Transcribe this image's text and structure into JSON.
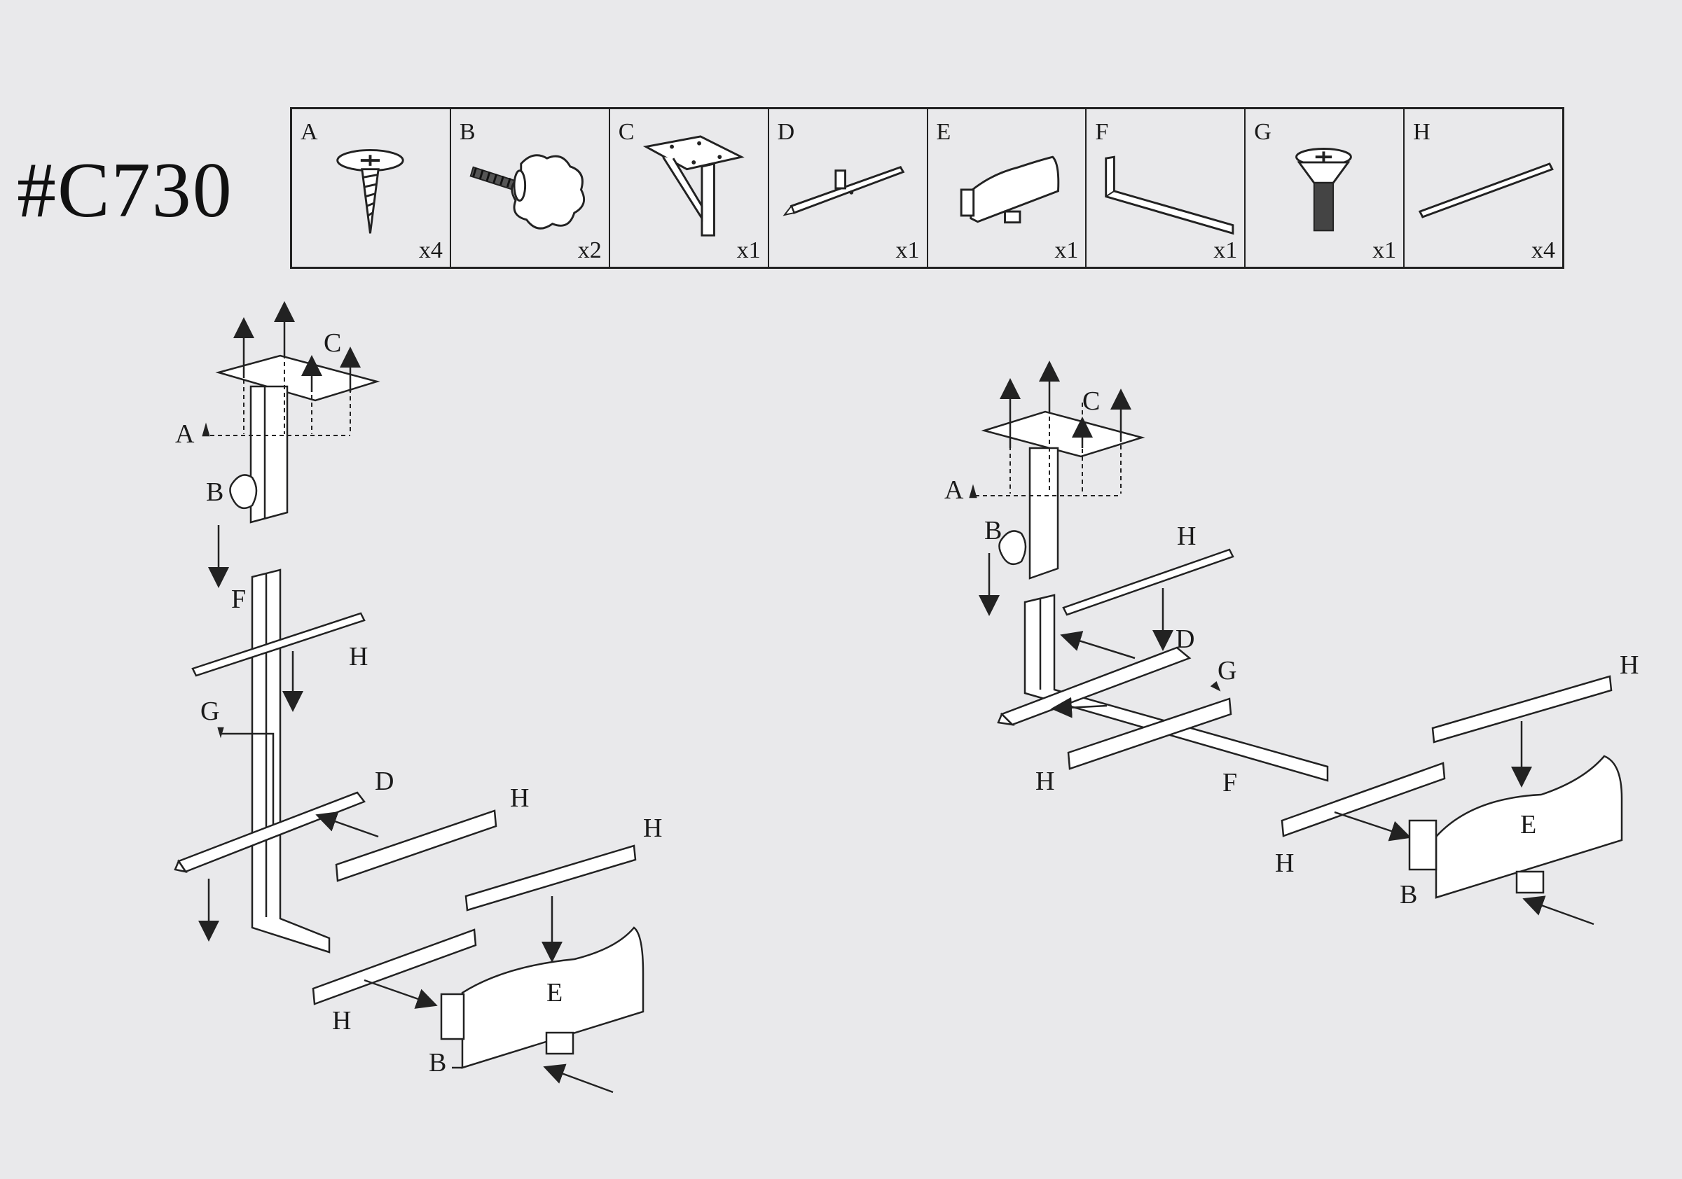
{
  "model": "#C730",
  "parts": [
    {
      "letter": "A",
      "qty": "x4",
      "icon": "wood-screw-icon"
    },
    {
      "letter": "B",
      "qty": "x2",
      "icon": "knob-bolt-icon"
    },
    {
      "letter": "C",
      "qty": "x1",
      "icon": "mount-bracket-icon"
    },
    {
      "letter": "D",
      "qty": "x1",
      "icon": "angled-plate-icon"
    },
    {
      "letter": "E",
      "qty": "x1",
      "icon": "curved-clamp-icon"
    },
    {
      "letter": "F",
      "qty": "x1",
      "icon": "l-bar-icon"
    },
    {
      "letter": "G",
      "qty": "x1",
      "icon": "machine-screw-icon"
    },
    {
      "letter": "H",
      "qty": "x4",
      "icon": "flat-strip-icon"
    }
  ],
  "left_assembly": {
    "label_A": "A",
    "label_B": "B",
    "label_C": "C",
    "label_D": "D",
    "label_E": "E",
    "label_F": "F",
    "label_G": "G",
    "label_H1": "H",
    "label_H2": "H",
    "label_H3": "H",
    "label_H4": "H",
    "label_B2": "B"
  },
  "right_assembly": {
    "label_A": "A",
    "label_B": "B",
    "label_C": "C",
    "label_D": "D",
    "label_E": "E",
    "label_F": "F",
    "label_G": "G",
    "label_H1": "H",
    "label_H2": "H",
    "label_H3": "H",
    "label_H4": "H",
    "label_B2": "B"
  }
}
